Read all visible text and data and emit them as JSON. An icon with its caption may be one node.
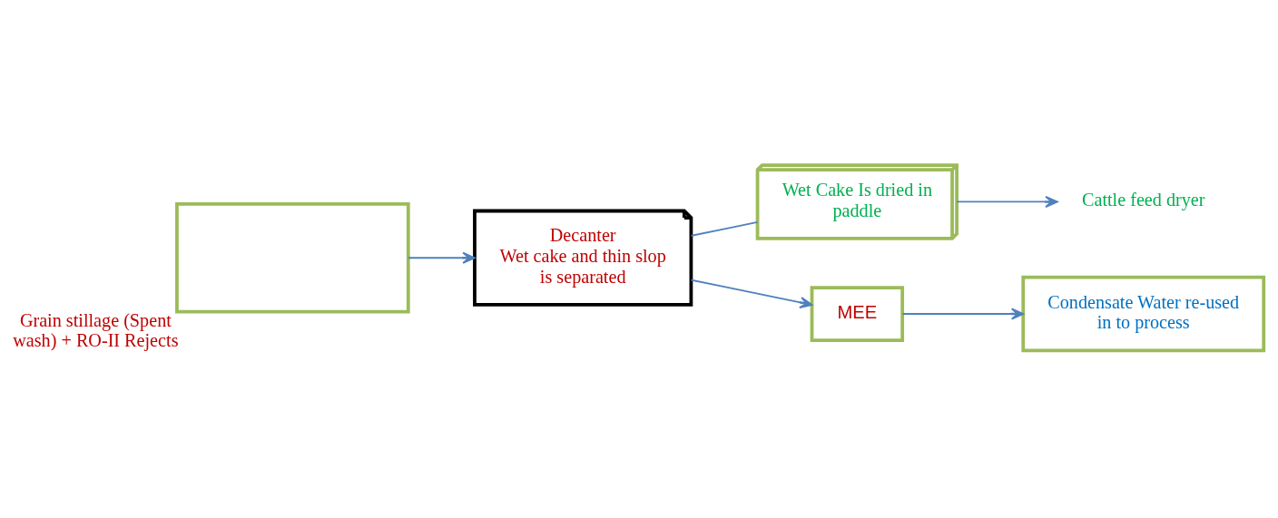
{
  "diagram": {
    "nodes": [
      {
        "text": [],
        "shape": "box",
        "beside": [
          "Grain stillage (Spent wash) + RO-II Rejects"
        ]
      },
      {
        "text": [
          "Decanter",
          "Wet cake and thin slop is separated"
        ]
      },
      {
        "text": [
          "Wet Cake Is dried in paddle"
        ]
      },
      {
        "text": [
          "Cattle feed dryer"
        ]
      },
      {
        "text": [
          "MEE"
        ]
      },
      {
        "text": [
          "Condensate Water re-used in to process"
        ]
      }
    ],
    "edges": [
      {
        "from": 0,
        "to": 1,
        "arrow": "to"
      },
      {
        "from": 1,
        "to": 4,
        "arrow": "to"
      },
      {
        "from": 1,
        "to": 2,
        "arrow": "none"
      },
      {
        "from": 2,
        "to": 3,
        "arrow": "to"
      },
      {
        "from": 4,
        "to": 5,
        "arrow": "to"
      }
    ]
  }
}
